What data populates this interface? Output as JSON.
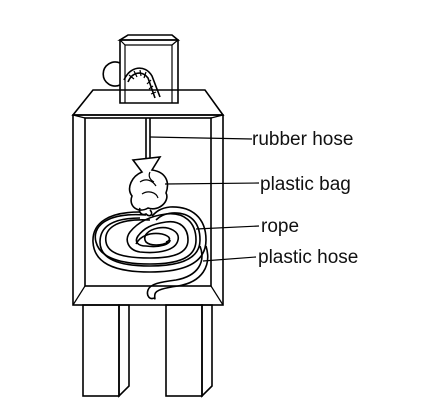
{
  "labels": {
    "rubber_hose": "rubber hose",
    "plastic_bag": "plastic bag",
    "rope": "rope",
    "plastic_hose": "plastic hose"
  },
  "colors": {
    "stroke": "#000000",
    "background": "#ffffff"
  }
}
